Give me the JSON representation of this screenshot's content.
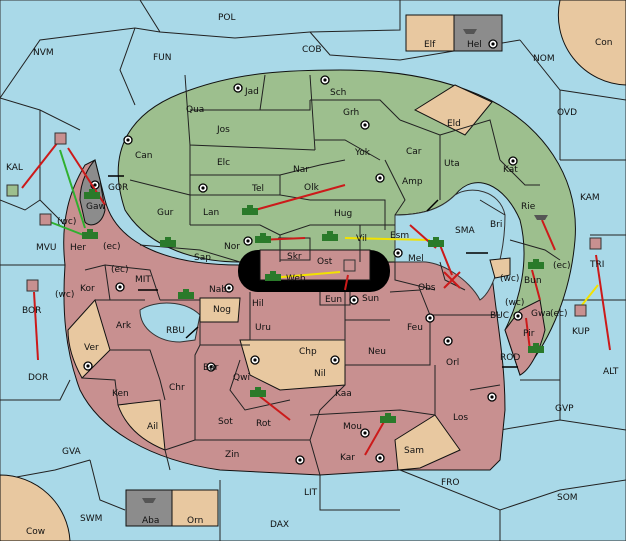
{
  "map": {
    "sea_labels": {
      "pol": "POL",
      "nvm": "NVM",
      "fun": "FUN",
      "cob": "COB",
      "nom": "NOM",
      "ovd": "OVD",
      "kal": "KAL",
      "gor": "GOR",
      "mvu": "MVU",
      "mit": "MIT",
      "rbu": "RBU",
      "bor": "BOR",
      "dor": "DOR",
      "gva": "GVA",
      "swm": "SWM",
      "dax": "DAX",
      "lit": "LIT",
      "fro": "FRO",
      "som": "SOM",
      "gvp": "GVP",
      "alt": "ALT",
      "rod": "ROD",
      "buc": "BUC",
      "kam": "KAM",
      "sma": "SMA",
      "tri": "TRI",
      "kup": "KUP"
    },
    "corner_labels": {
      "con": "Con",
      "cow": "Cow"
    },
    "inset_labels": {
      "elf": "Elf",
      "hel": "Hel",
      "aba": "Aba",
      "orn": "Orn"
    },
    "green_labels": {
      "jad": "Jad",
      "sch": "Sch",
      "qua": "Qua",
      "jos": "Jos",
      "grh": "Grh",
      "can": "Can",
      "elc": "Elc",
      "nar": "Nar",
      "yok": "Yok",
      "car": "Car",
      "uta": "Uta",
      "kat": "Kat",
      "tel": "Tel",
      "olk": "Olk",
      "amp": "Amp",
      "gur": "Gur",
      "lan": "Lan",
      "hug": "Hug",
      "bri": "Bri",
      "rie": "Rie",
      "sap": "Sap",
      "nor": "Nor",
      "vil": "Vil",
      "esm": "Esm",
      "skr": "Skr",
      "gaw": "Gaw"
    },
    "red_labels": {
      "her": "Her",
      "kor": "Kor",
      "ark": "Ark",
      "ken": "Ken",
      "chr": "Chr",
      "bar": "Bar",
      "qwi": "Qwi",
      "rot": "Rot",
      "sot": "Sot",
      "zin": "Zin",
      "kar": "Kar",
      "mou": "Mou",
      "kaa": "Kaa",
      "nil": "Nil",
      "neu": "Neu",
      "feu": "Feu",
      "orl": "Orl",
      "los": "Los",
      "uru": "Uru",
      "hil": "Hil",
      "nab": "Nab",
      "sun": "Sun",
      "eun": "Eun",
      "ost": "Ost",
      "web": "Web",
      "mel": "Mel",
      "obs": "Obs",
      "pir": "Pir",
      "gwa": "Gwa",
      "bun": "Bun"
    },
    "tan_labels": {
      "eld": "Eld",
      "ver": "Ver",
      "nog": "Nog",
      "ail": "Ail",
      "chp": "Chp",
      "sam": "Sam"
    },
    "coast_labels": {
      "wc": "(wc)",
      "ec": "(ec)"
    },
    "colors": {
      "sea": "#a9d9e8",
      "green": "#9dbf8e",
      "red": "#c89090",
      "tan": "#e8c8a0",
      "gray": "#8c8c8c",
      "order_red": "#cc1a1a",
      "order_yellow": "#f2e200",
      "order_green": "#2fb02f"
    },
    "unit_icons": [
      "tank-icon",
      "ship-icon",
      "army-flag-icon",
      "supply-center-icon"
    ]
  }
}
